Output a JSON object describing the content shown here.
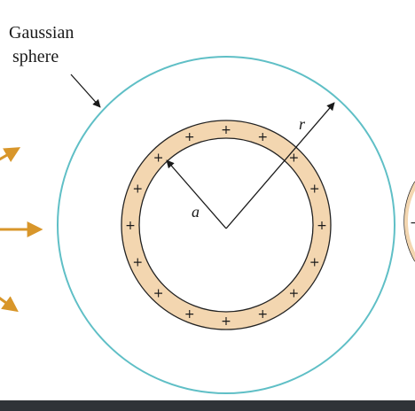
{
  "diagram": {
    "gaussian_label_line1": "Gaussian",
    "gaussian_label_line2": "sphere",
    "radius_r_label": "r",
    "radius_a_label": "a",
    "charge_symbol": "+",
    "minus_symbol": "−",
    "colors": {
      "gaussian_sphere": "#5fbfc6",
      "shell_fill": "#f3d6b0",
      "shell_stroke": "#222222",
      "field_arrow": "#d8962a",
      "ink": "#1a1a1a"
    }
  }
}
